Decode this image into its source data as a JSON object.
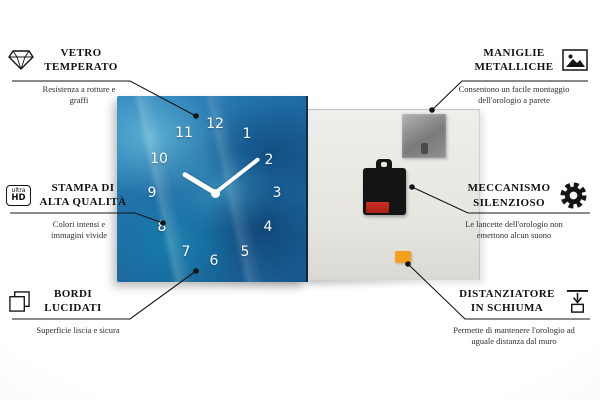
{
  "callouts": {
    "left": [
      {
        "title": "VETRO TEMPERATO",
        "subtitle": "Resistenza a rotture e graffi",
        "icon": "diamond-icon"
      },
      {
        "title": "STAMPA DI ALTA QUALITÀ",
        "subtitle": "Colori intensi e immagini vivide",
        "icon": "ultra-hd-icon"
      },
      {
        "title": "BORDI LUCIDATI",
        "subtitle": "Superficie liscia e sicura",
        "icon": "stacked-sheets-icon"
      }
    ],
    "right": [
      {
        "title": "MANIGLIE METALLICHE",
        "subtitle": "Consentono un facile montaggio dell'orologio a parete",
        "icon": "picture-frame-icon"
      },
      {
        "title": "MECCANISMO SILENZIOSO",
        "subtitle": "Le lancette dell'orologio non emettono alcun suono",
        "icon": "gear-icon"
      },
      {
        "title": "DISTANZIATORE IN SCHIUMA",
        "subtitle": "Permette di mantenere l'orologio ad uguale distanza dal muro",
        "icon": "wall-spacer-icon"
      }
    ]
  },
  "ultra_hd_badge": {
    "line1": "ultra",
    "line2": "HD"
  },
  "clock_numbers": [
    "12",
    "1",
    "2",
    "3",
    "4",
    "5",
    "6",
    "7",
    "8",
    "9",
    "10",
    "11"
  ],
  "colors": {
    "clock_face_blue": "#2a7ab8",
    "foam_orange": "#f59f1e",
    "mechanism_black": "#141414",
    "back_panel_gray": "#e9e7e2",
    "annotation_line": "#141414"
  }
}
